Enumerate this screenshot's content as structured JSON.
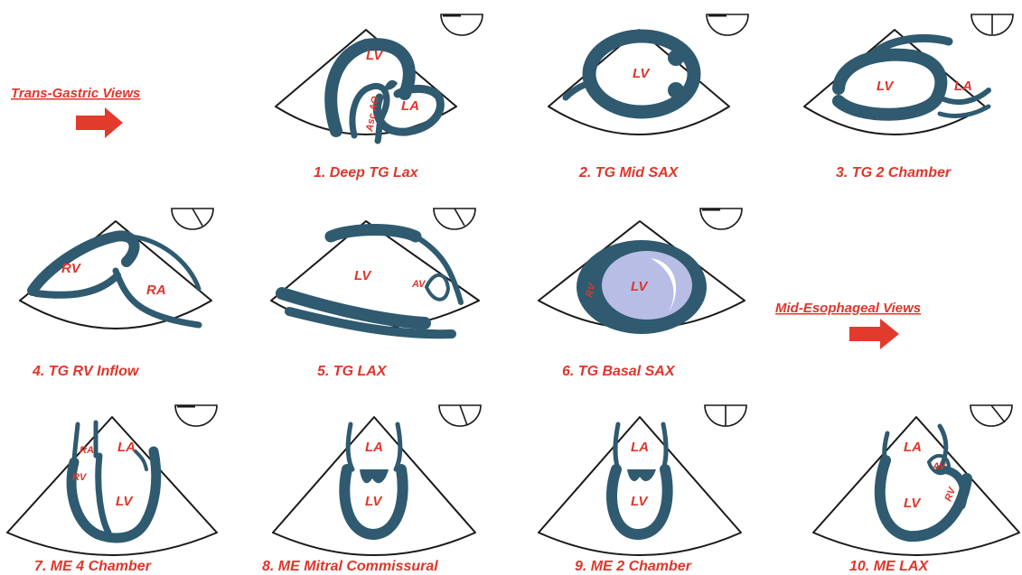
{
  "sections": {
    "tg_label": "Trans-Gastric Views",
    "me_label": "Mid-Esophageal Views"
  },
  "views": [
    {
      "caption": "1. Deep TG Lax",
      "labels": {
        "lv": "LV",
        "la": "LA",
        "ao": "Asc AO"
      }
    },
    {
      "caption": "2. TG Mid SAX",
      "labels": {
        "lv": "LV"
      }
    },
    {
      "caption": "3. TG 2 Chamber",
      "labels": {
        "lv": "LV",
        "la": "LA"
      }
    },
    {
      "caption": "4. TG RV Inflow",
      "labels": {
        "rv": "RV",
        "ra": "RA"
      }
    },
    {
      "caption": "5. TG LAX",
      "labels": {
        "lv": "LV",
        "av": "AV"
      }
    },
    {
      "caption": "6. TG Basal SAX",
      "labels": {
        "lv": "LV",
        "rv": "RV"
      }
    },
    {
      "caption": "7. ME 4 Chamber",
      "labels": {
        "ra": "RA",
        "la": "LA",
        "rv": "RV",
        "lv": "LV"
      }
    },
    {
      "caption": "8. ME Mitral Commissural",
      "labels": {
        "la": "LA",
        "lv": "LV"
      }
    },
    {
      "caption": "9. ME 2 Chamber",
      "labels": {
        "la": "LA",
        "lv": "LV"
      }
    },
    {
      "caption": "10. ME LAX",
      "labels": {
        "la": "LA",
        "av": "AV",
        "lv": "LV",
        "rv": "RV"
      }
    }
  ],
  "colors": {
    "accent": "#e0352b",
    "wall": "#2f5a70",
    "cavity_fill": "#b8bde6"
  },
  "icons": {
    "arrow": "right-arrow-icon",
    "angle": "probe-angle-icon"
  }
}
